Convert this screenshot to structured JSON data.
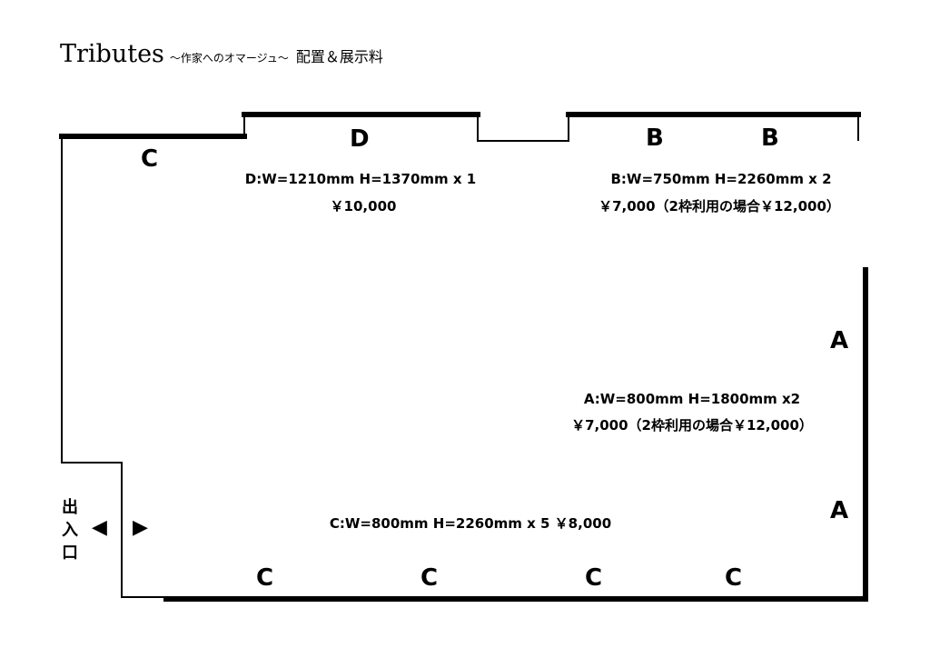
{
  "title": {
    "main": "Tributes",
    "sub": "〜作家へのオマージュ〜",
    "tail": "配置＆展示料"
  },
  "zones": {
    "A": "A",
    "B": "B",
    "C": "C",
    "D": "D"
  },
  "specs": {
    "D": {
      "size": "D:W=1210mm H=1370mm  x 1",
      "price": "￥10,000"
    },
    "B": {
      "size": "B:W=750mm H=2260mm  x 2",
      "price": "￥7,000（2枠利用の場合￥12,000）"
    },
    "A": {
      "size": "A:W=800mm H=1800mm x2",
      "price": "￥7,000（2枠利用の場合￥12,000）"
    },
    "C": {
      "line": "C:W=800mm H=2260mm  x 5 ￥8,000"
    }
  },
  "entrance": {
    "label_1": "出",
    "label_2": "入",
    "label_3": "口",
    "arrow_left": "◀",
    "arrow_right": "▶"
  }
}
